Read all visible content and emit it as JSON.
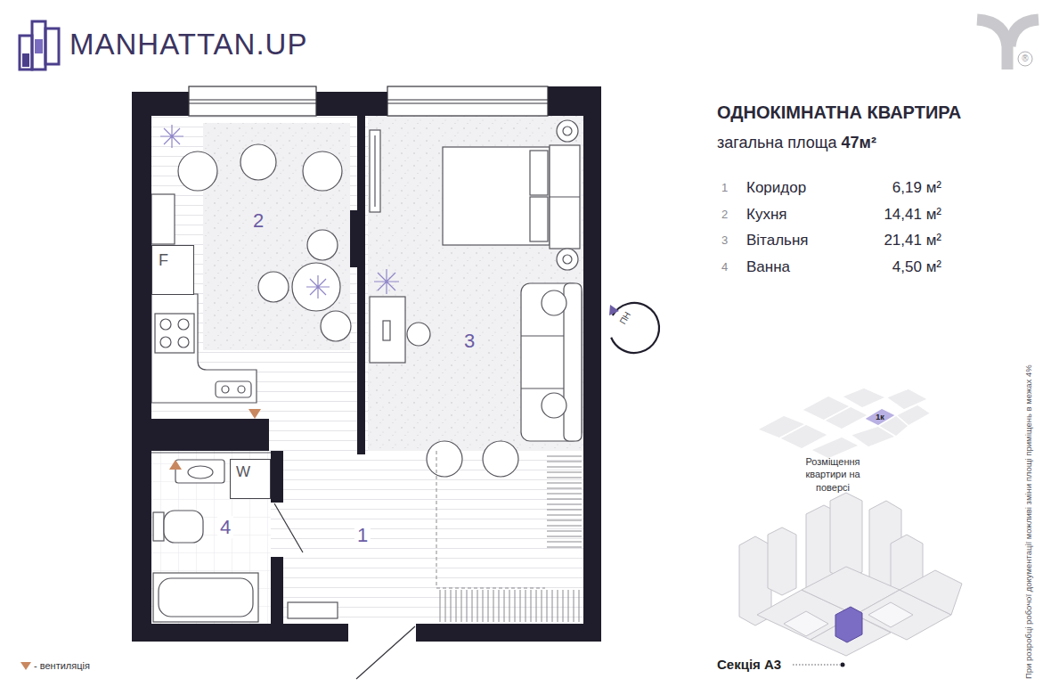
{
  "diagram": {
    "title": "ОДНОКІМНАТНА КВАРТИРА",
    "nodes": [
      {
        "text": [
          "2"
        ]
      },
      {
        "text": [
          "F"
        ],
        "in": 0
      },
      {
        "text": [
          "3"
        ]
      },
      {
        "text": [
          "4"
        ]
      },
      {
        "text": [
          "W"
        ],
        "in": 3
      },
      {
        "text": [
          "1"
        ]
      }
    ],
    "labels": [
      "MANHATTAN.UP",
      "®",
      "загальна площа",
      "47м²",
      "1",
      "Коридор",
      "6,19 м²",
      "2",
      "Кухня",
      "14,41 м²",
      "3",
      "Вітальня",
      "21,41 м²",
      "4",
      "Ванна",
      "4,50 м²",
      "ПН",
      "1к",
      "Розміщення квартири на поверсі",
      "Секція А3",
      "При розробці робочої документації можливі зміни площі приміщень в межах 4%"
    ],
    "legend": [
      {
        "text": "- вентиляція"
      }
    ]
  }
}
